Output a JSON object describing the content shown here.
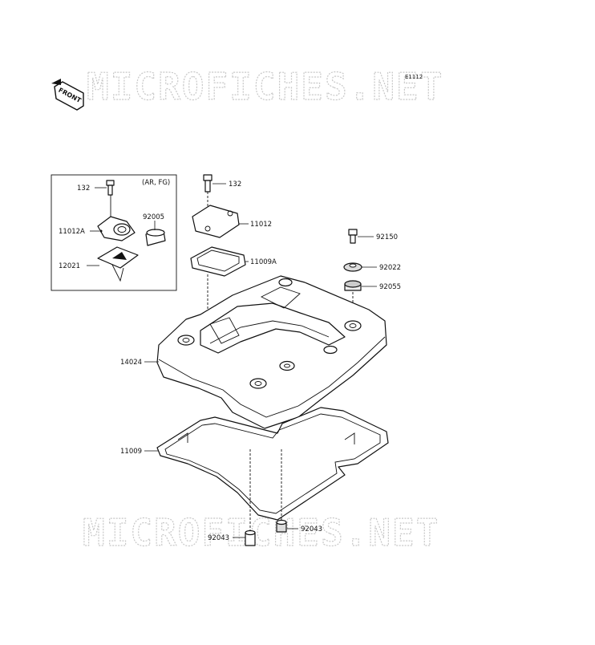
{
  "diagram": {
    "code": "E1112",
    "front_label": "FRONT",
    "watermark_top": "MICROFICHES.NET",
    "watermark_bottom": "MICROFICHES.NET",
    "inset_note": "(AR, FG)",
    "parts": {
      "p132_inset": "132",
      "p11012A": "11012A",
      "p92005": "92005",
      "p12021": "12021",
      "p132": "132",
      "p11012": "11012",
      "p11009A": "11009A",
      "p92150": "92150",
      "p92022": "92022",
      "p92055": "92055",
      "p14024": "14024",
      "p11009": "11009",
      "p92043_left": "92043",
      "p92043_right": "92043"
    }
  }
}
